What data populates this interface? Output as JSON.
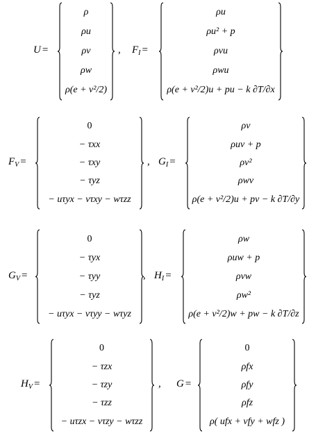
{
  "equations": [
    {
      "left": {
        "sym": "U",
        "sub": "",
        "items": [
          "ρ",
          "ρu",
          "ρv",
          "ρw",
          "ρ(e + v²/2)"
        ]
      },
      "right": {
        "sym": "F",
        "sub": "I",
        "items": [
          "ρu",
          "ρu² + p",
          "ρvu",
          "ρwu",
          "ρ(e + v²/2)u + pu − k ∂T/∂x"
        ]
      }
    },
    {
      "left": {
        "sym": "F",
        "sub": "V",
        "items": [
          "0",
          "− τxx",
          "− τxy",
          "− τyz",
          "− uτyx − vτxy − wτzz"
        ]
      },
      "right": {
        "sym": "G",
        "sub": "I",
        "items": [
          "ρv",
          "ρuv + p",
          "ρv²",
          "ρwv",
          "ρ(e + v²/2)u + pv − k ∂T/∂y"
        ]
      }
    },
    {
      "left": {
        "sym": "G",
        "sub": "V",
        "items": [
          "0",
          "− τyx",
          "− τyy",
          "− τyz",
          "− uτyx − vτyy − wτyz"
        ]
      },
      "right": {
        "sym": "H",
        "sub": "I",
        "items": [
          "ρw",
          "ρuw + p",
          "ρvw",
          "ρw²",
          "ρ(e + v²/2)w + pw − k ∂T/∂z"
        ]
      }
    },
    {
      "left": {
        "sym": "H",
        "sub": "V",
        "items": [
          "0",
          "− τzx",
          "− τzy",
          "− τzz",
          "− uτzx − vτzy − wτzz"
        ]
      },
      "right": {
        "sym": "G",
        "sub": "",
        "items": [
          "0",
          "ρfx",
          "ρfy",
          "ρfz",
          "ρ( ufx + vfy + wfz )"
        ]
      }
    }
  ],
  "equals": "=",
  "comma": ","
}
